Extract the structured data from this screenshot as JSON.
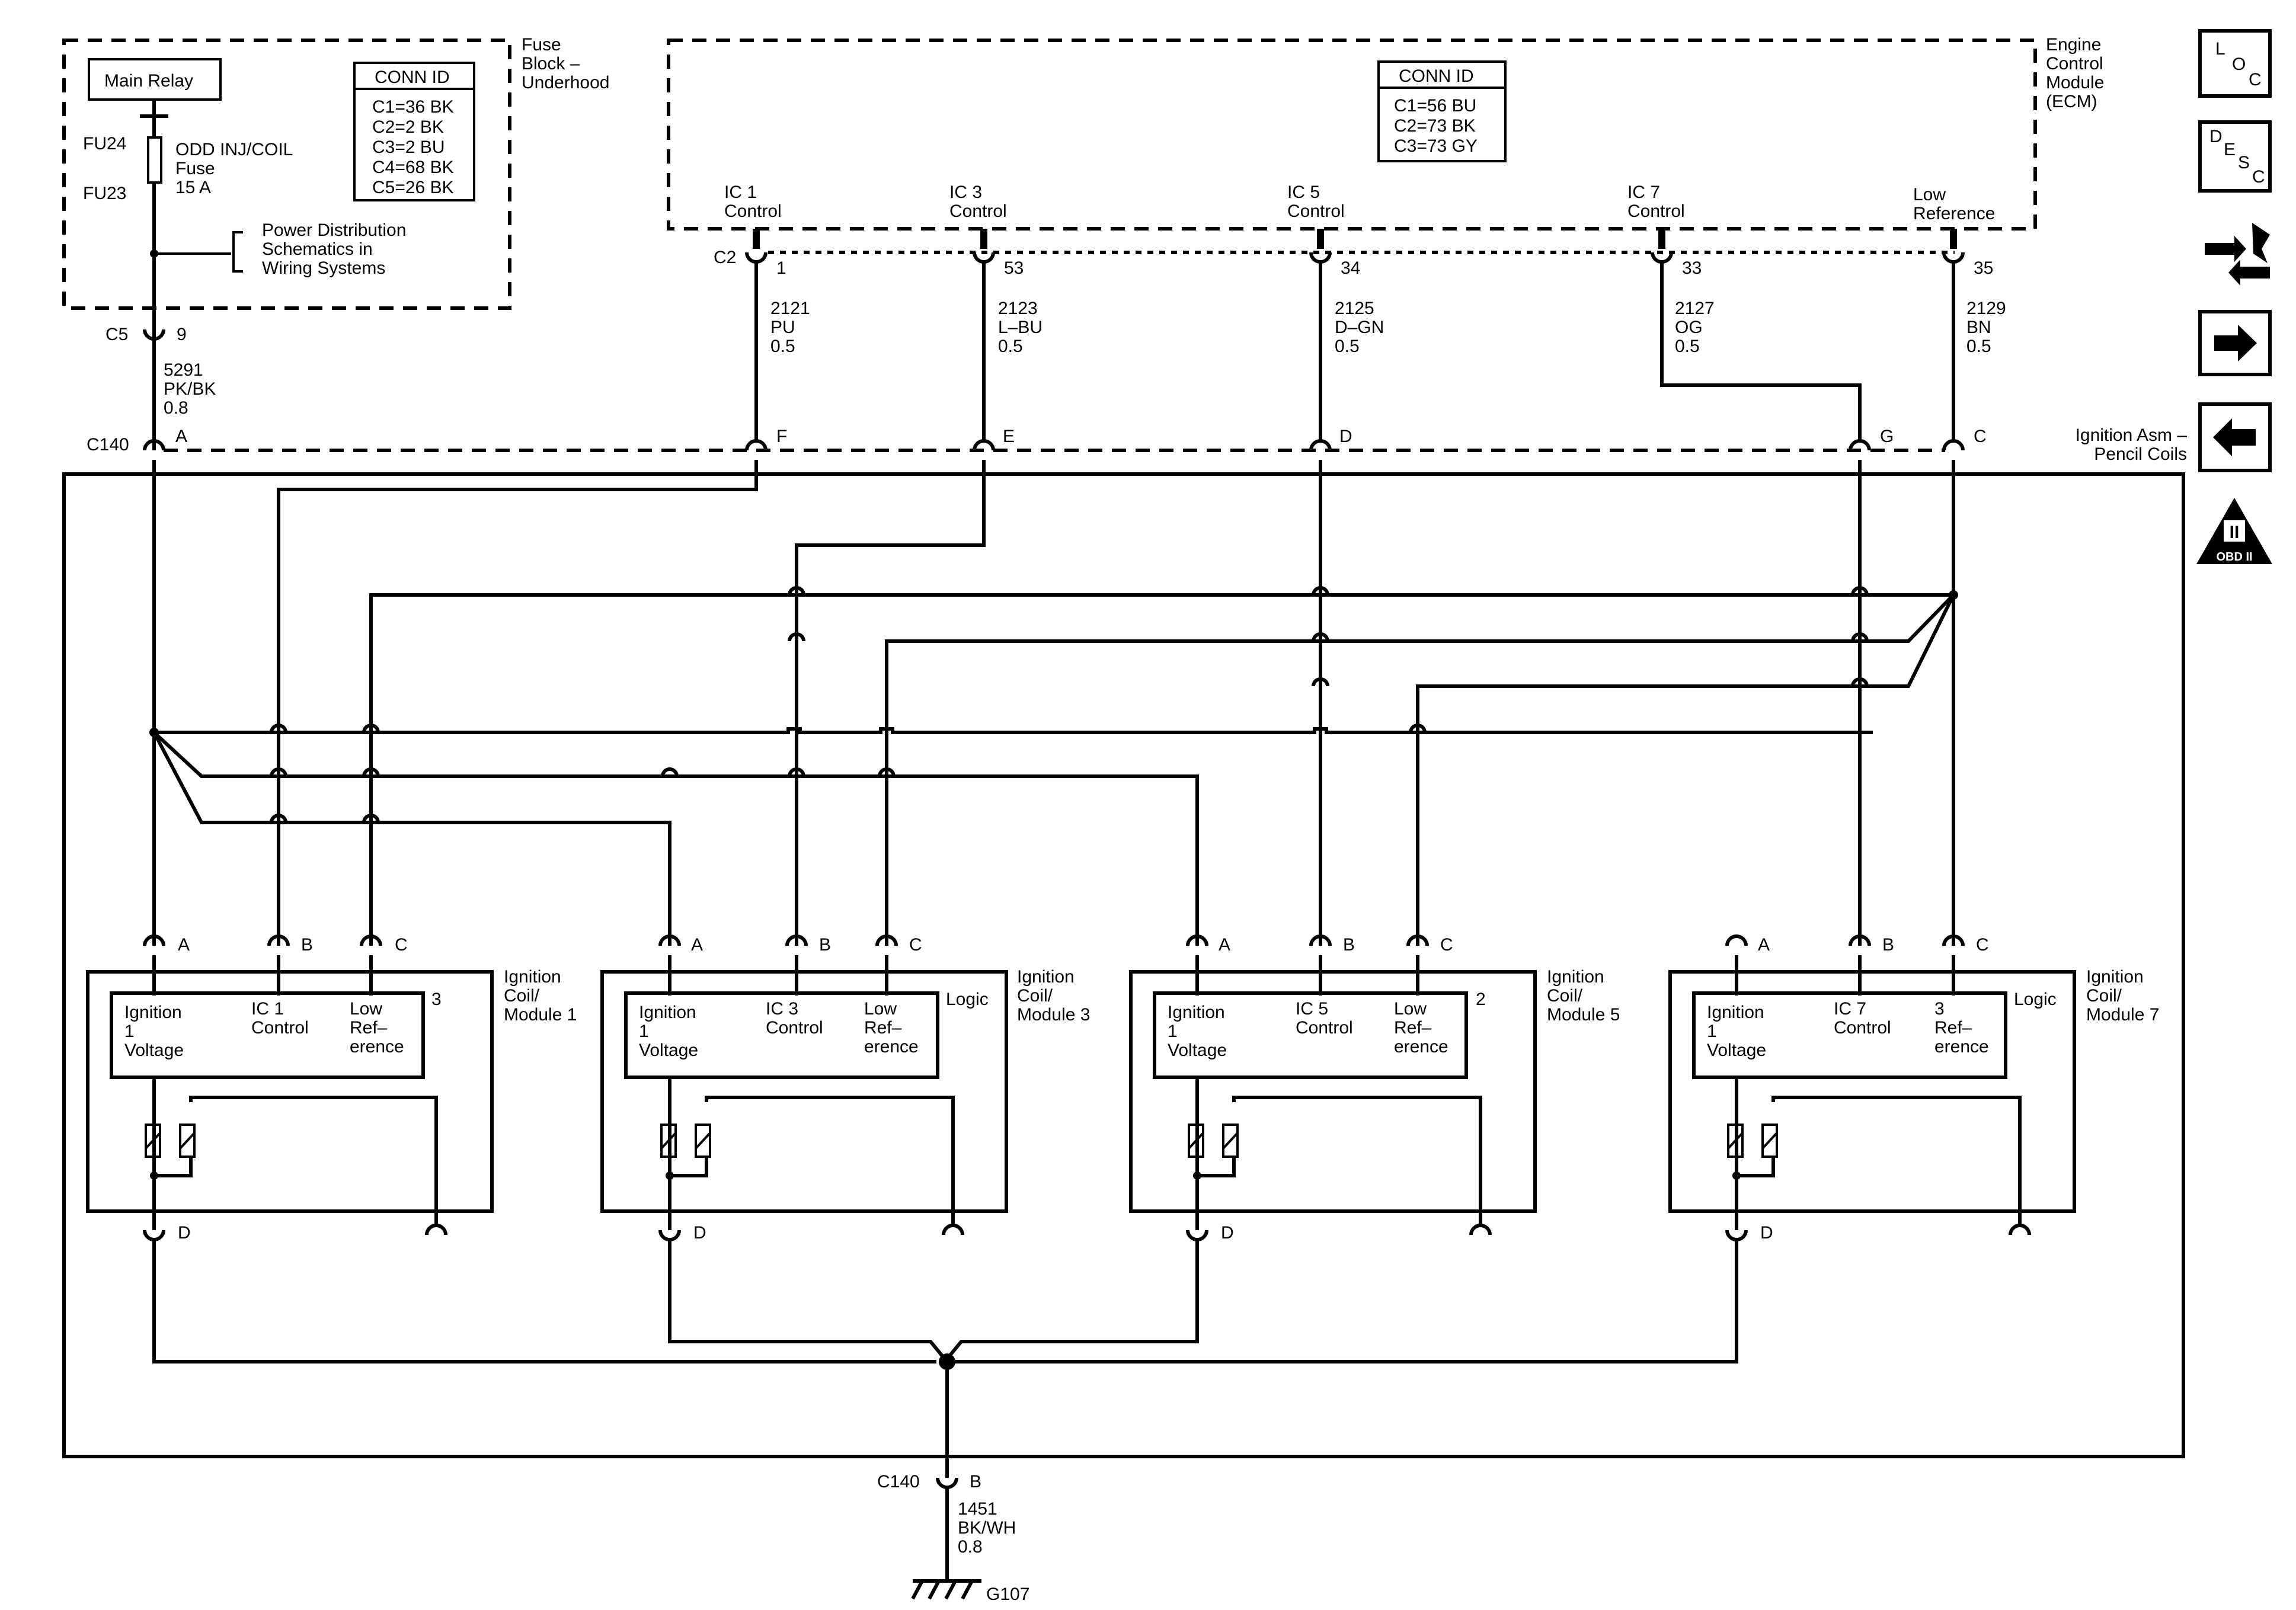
{
  "fuse_block": {
    "title_lines": [
      "Fuse",
      "Block –",
      "Underhood"
    ],
    "main_relay": "Main Relay",
    "fu24": "FU24",
    "fu23": "FU23",
    "fuse_lines": [
      "ODD INJ/COIL",
      "Fuse",
      "15 A"
    ],
    "power_dist_lines": [
      "Power Distribution",
      "Schematics in",
      "Wiring Systems"
    ],
    "conn_id_title": "CONN ID",
    "conn_ids": [
      "C1=36 BK",
      "C2=2 BK",
      "C3=2 BU",
      "C4=68 BK",
      "C5=26 BK"
    ],
    "c5": "C5",
    "c5_pin": "9",
    "wire_lines": [
      "5291",
      "PK/BK",
      "0.8"
    ]
  },
  "ecm": {
    "title_lines": [
      "Engine",
      "Control",
      "Module",
      "(ECM)"
    ],
    "conn_id_title": "CONN ID",
    "conn_ids": [
      "C1=56 BU",
      "C2=73 BK",
      "C3=73 GY"
    ],
    "c2": "C2",
    "terms": [
      {
        "label1": "IC 1",
        "label2": "Control",
        "pin": "1",
        "wire1": "2121",
        "wire2": "PU",
        "wire3": "0.5"
      },
      {
        "label1": "IC 3",
        "label2": "Control",
        "pin": "53",
        "wire1": "2123",
        "wire2": "L–BU",
        "wire3": "0.5"
      },
      {
        "label1": "IC 5",
        "label2": "Control",
        "pin": "34",
        "wire1": "2125",
        "wire2": "D–GN",
        "wire3": "0.5"
      },
      {
        "label1": "IC 7",
        "label2": "Control",
        "pin": "33",
        "wire1": "2127",
        "wire2": "OG",
        "wire3": "0.5"
      },
      {
        "label1": "Low",
        "label2": "Reference",
        "pin": "35",
        "wire1": "2129",
        "wire2": "BN",
        "wire3": "0.5"
      }
    ]
  },
  "c140": {
    "label": "C140",
    "pins": [
      "A",
      "F",
      "E",
      "D",
      "G",
      "C"
    ],
    "bottom_pin": "B"
  },
  "ignition_asm_lines": [
    "Ignition Asm –",
    "Pencil Coils"
  ],
  "coils": [
    {
      "title_lines": [
        "Ignition",
        "Coil/",
        "Module 1"
      ],
      "tag": "3",
      "pins": [
        "A",
        "B",
        "C"
      ],
      "pin_d": "D",
      "box_a": [
        "Ignition",
        "1",
        "Voltage"
      ],
      "box_b": [
        "IC 1",
        "Control"
      ],
      "box_c": [
        "Low",
        "Ref–",
        "erence"
      ],
      "box_c_prefix": ""
    },
    {
      "title_lines": [
        "Ignition",
        "Coil/",
        "Module 3"
      ],
      "tag": "Logic",
      "pins": [
        "A",
        "B",
        "C"
      ],
      "pin_d": "D",
      "box_a": [
        "Ignition",
        "1",
        "Voltage"
      ],
      "box_b": [
        "IC 3",
        "Control"
      ],
      "box_c": [
        "Low",
        "Ref–",
        "erence"
      ],
      "box_c_prefix": ""
    },
    {
      "title_lines": [
        "Ignition",
        "Coil/",
        "Module 5"
      ],
      "tag": "2",
      "pins": [
        "A",
        "B",
        "C"
      ],
      "pin_d": "D",
      "box_a": [
        "Ignition",
        "1",
        "Voltage"
      ],
      "box_b": [
        "IC 5",
        "Control"
      ],
      "box_c": [
        "Low",
        "Ref–",
        "erence"
      ],
      "box_c_prefix": ""
    },
    {
      "title_lines": [
        "Ignition",
        "Coil/",
        "Module 7"
      ],
      "tag": "Logic",
      "pins": [
        "A",
        "B",
        "C"
      ],
      "pin_d": "D",
      "box_a": [
        "Ignition",
        "1",
        "Voltage"
      ],
      "box_b": [
        "IC 7",
        "Control"
      ],
      "box_c": [
        "",
        "Ref–",
        "erence"
      ],
      "box_c_prefix": "3"
    }
  ],
  "ground": {
    "wire_lines": [
      "1451",
      "BK/WH",
      "0.8"
    ],
    "g_label": "G107"
  },
  "side_icons": [
    {
      "name": "loc-icon",
      "letters": [
        "L",
        "O",
        "C"
      ]
    },
    {
      "name": "desc-icon",
      "letters": [
        "D",
        "E",
        "S",
        "C"
      ]
    },
    {
      "name": "connector-tool-icon"
    },
    {
      "name": "next-page-arrow-icon"
    },
    {
      "name": "previous-page-arrow-icon"
    },
    {
      "name": "obd-ii-icon",
      "text1": "II",
      "text2": "OBD II"
    }
  ]
}
